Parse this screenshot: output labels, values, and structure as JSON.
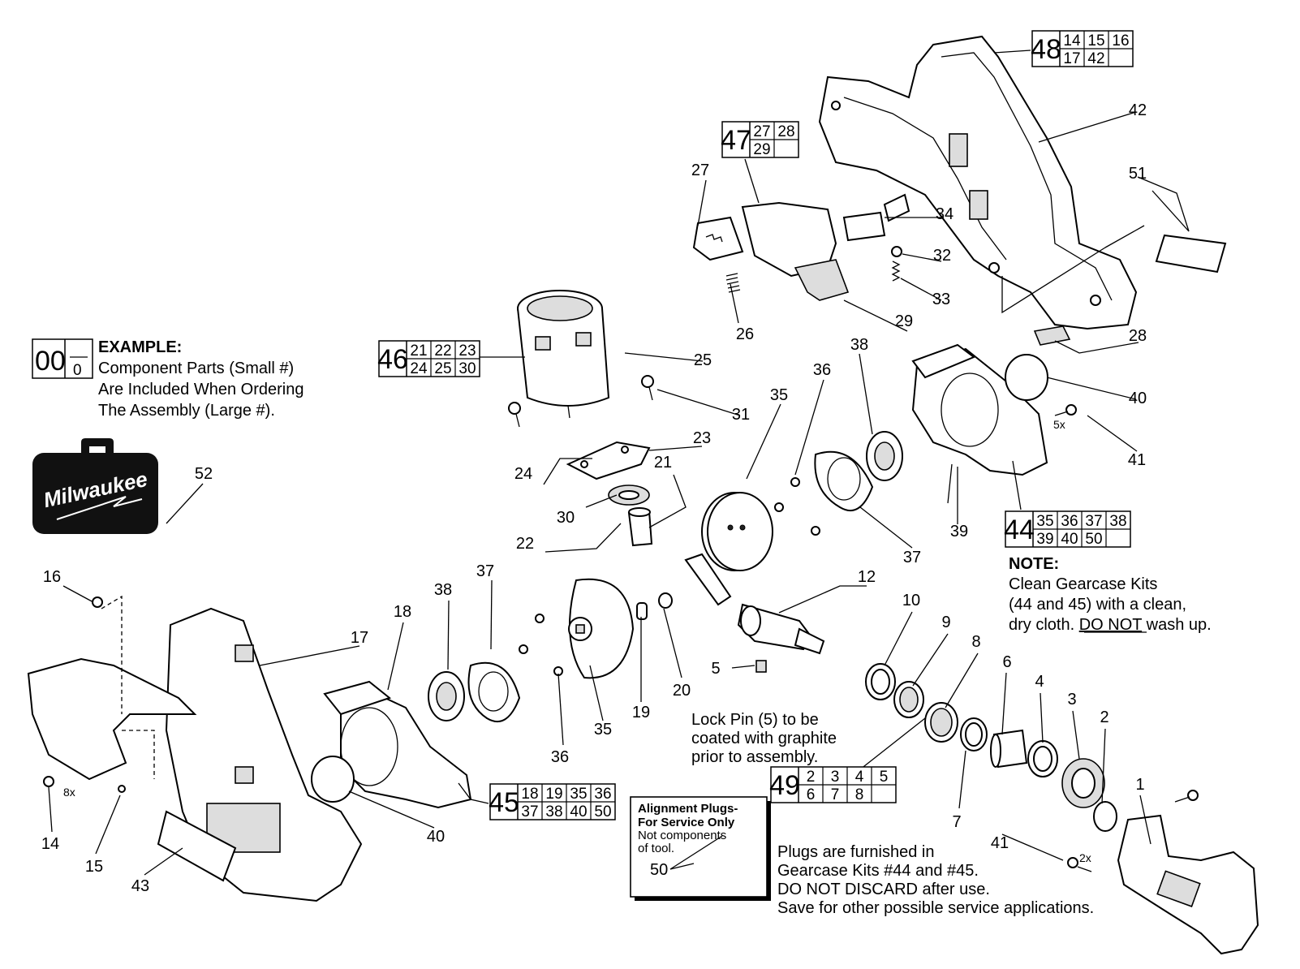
{
  "example": {
    "big": "00",
    "small": "0",
    "heading": "EXAMPLE:",
    "lines": [
      "Component Parts (Small #)",
      "Are Included When Ordering",
      "The Assembly (Large #)."
    ]
  },
  "brand_logo_text": "Milwaukee",
  "part_labels": [
    {
      "n": "1"
    },
    {
      "n": "2"
    },
    {
      "n": "3"
    },
    {
      "n": "4"
    },
    {
      "n": "5"
    },
    {
      "n": "6"
    },
    {
      "n": "7"
    },
    {
      "n": "8"
    },
    {
      "n": "9"
    },
    {
      "n": "10"
    },
    {
      "n": "12"
    },
    {
      "n": "14"
    },
    {
      "n": "15"
    },
    {
      "n": "16"
    },
    {
      "n": "17"
    },
    {
      "n": "18"
    },
    {
      "n": "19"
    },
    {
      "n": "20"
    },
    {
      "n": "21"
    },
    {
      "n": "22"
    },
    {
      "n": "23"
    },
    {
      "n": "24"
    },
    {
      "n": "25"
    },
    {
      "n": "26"
    },
    {
      "n": "27"
    },
    {
      "n": "28"
    },
    {
      "n": "29"
    },
    {
      "n": "30"
    },
    {
      "n": "31"
    },
    {
      "n": "32"
    },
    {
      "n": "33"
    },
    {
      "n": "34"
    },
    {
      "n": "35"
    },
    {
      "n": "35"
    },
    {
      "n": "36"
    },
    {
      "n": "36"
    },
    {
      "n": "37"
    },
    {
      "n": "37"
    },
    {
      "n": "38"
    },
    {
      "n": "38"
    },
    {
      "n": "39"
    },
    {
      "n": "40"
    },
    {
      "n": "40"
    },
    {
      "n": "41"
    },
    {
      "n": "41"
    },
    {
      "n": "42"
    },
    {
      "n": "43"
    },
    {
      "n": "51"
    },
    {
      "n": "52"
    }
  ],
  "multipliers": [
    "8x",
    "5x",
    "2x"
  ],
  "kits": [
    {
      "id": "48",
      "parts": [
        "14",
        "15",
        "16",
        "17",
        "42",
        ""
      ]
    },
    {
      "id": "47",
      "parts": [
        "27",
        "28",
        "29",
        ""
      ]
    },
    {
      "id": "46",
      "parts": [
        "21",
        "22",
        "23",
        "24",
        "25",
        "30"
      ]
    },
    {
      "id": "44",
      "parts": [
        "35",
        "36",
        "37",
        "38",
        "39",
        "40",
        "50",
        ""
      ]
    },
    {
      "id": "45",
      "parts": [
        "18",
        "19",
        "35",
        "36",
        "37",
        "38",
        "40",
        "50"
      ]
    },
    {
      "id": "49",
      "parts": [
        "2",
        "3",
        "4",
        "5",
        "6",
        "7",
        "8",
        ""
      ]
    }
  ],
  "note": {
    "heading": "NOTE:",
    "line1": "Clean Gearcase Kits",
    "line2": "(44 and 45) with a clean,",
    "line3_pre": "dry cloth. ",
    "line3_u": "DO NOT",
    "line3_post": " wash up."
  },
  "lock_pin_note": [
    "Lock Pin (5) to be",
    "coated with graphite",
    "prior to assembly."
  ],
  "alignment_box": {
    "title1": "Alignment Plugs-",
    "title2": "For Service Only",
    "sub1": "Not components",
    "sub2": "of tool.",
    "part": "50"
  },
  "plugs_note": [
    "Plugs are furnished in",
    "Gearcase Kits #44 and #45.",
    "DO NOT DISCARD after use.",
    "Save for other possible service applications."
  ]
}
